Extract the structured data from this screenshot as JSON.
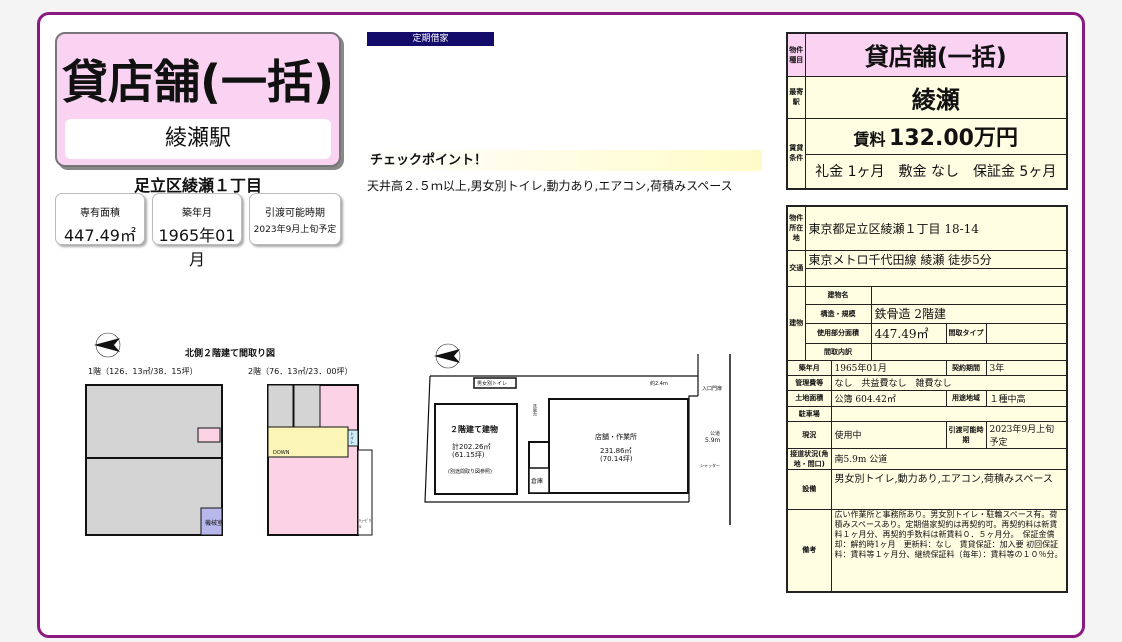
{
  "header": {
    "property_type": "貸店舗(一括)",
    "station": "綾瀬駅",
    "area_name": "足立区綾瀬１丁目",
    "lease_tag": "定期借家"
  },
  "cards": [
    {
      "label": "専有面積",
      "value": "447.49㎡"
    },
    {
      "label": "築年月",
      "value": "1965年01月"
    },
    {
      "label": "引渡可能時期",
      "value": "2023年9月上旬予定"
    }
  ],
  "checkpoint": {
    "title": "チェックポイント！",
    "text": "天井高２.５ｍ以上,男女別トイレ,動力あり,エアコン,荷積みスペース"
  },
  "summary": {
    "type_label": "物件種目",
    "type": "貸店舗(一括)",
    "station_label": "最寄駅",
    "station": "綾瀬",
    "cond_label": "賃貸条件",
    "rent_label": "賃料",
    "rent": "132.00万円",
    "terms": "礼金 1ヶ月　敷金 なし　保証金 5ヶ月"
  },
  "details": {
    "address_label": "物件所在地",
    "address": "東京都足立区綾瀬１丁目 18-14",
    "transport_label": "交通",
    "transport": "東京メトロ千代田線 綾瀬 徒歩5分",
    "building_label": "建物",
    "name_label": "建物名",
    "structure_label": "構造・規模",
    "structure": "鉄骨造 2階建",
    "usage_area_label": "使用部分面積",
    "usage_area": "447.49㎡",
    "layout_type_label": "間取タイプ",
    "layout_detail_label": "間取内訳",
    "built_label": "築年月",
    "built": "1965年01月",
    "contract_label": "契約期間",
    "contract": "3年",
    "mgmt_label": "管理費等",
    "mgmt": "なし　共益費なし　雑費なし",
    "land_label": "土地面積",
    "land": "公簿 604.42㎡",
    "zoning_label": "用途地域",
    "zoning": "１種中高",
    "parking_label": "駐車場",
    "status_label": "現況",
    "status": "使用中",
    "handover_label": "引渡可能時期",
    "handover": "2023年9月上旬予定",
    "road_label": "接道状況(角地・間口)",
    "road": "南5.9m 公道",
    "equip_label": "設備",
    "equip": "男女別トイレ,動力あり,エアコン,荷積みスペース",
    "remarks_label": "備考",
    "remarks": "広い作業所と事務所あり。男女別トイレ・駐輪スペース有。荷積みスペースあり。定期借家契約は再契約可。再契約料は新賃料１ヶ月分、再契約手数料は新賃料０．５ヶ月分。　保証金償却：解約時1ヶ月　更新料：なし　賃貸保証：加入要 初回保証料：賃料等１ヶ月分、継続保証料（毎年）：賃料等の１０％分。"
  },
  "plan1": {
    "title": "北側２階建て間取り図",
    "floor1": "1階（126．13㎡/38．15坪）",
    "floor2": "2階（76．13㎡/23．00坪）",
    "machine_room": "機械室",
    "down": "DOWN",
    "toilet": "トイレ",
    "store": "ｷｭｰﾋﾞｸﾙ"
  },
  "plan2": {
    "building": "２階建て建物",
    "building_area": "計202.26㎡",
    "building_tsubo": "(61.15坪)",
    "building_note": "(別途間取り図参照)",
    "shop": "店舗・作業所",
    "shop_area": "231.86㎡",
    "shop_tsubo": "(70.14坪)",
    "toilet": "男女別トイレ",
    "storage": "倉庫",
    "width": "約2.4m",
    "gate": "入口門扉",
    "road": "公道",
    "road_width": "5.9m",
    "shutter": "シャッター",
    "sink": "洗面台"
  }
}
